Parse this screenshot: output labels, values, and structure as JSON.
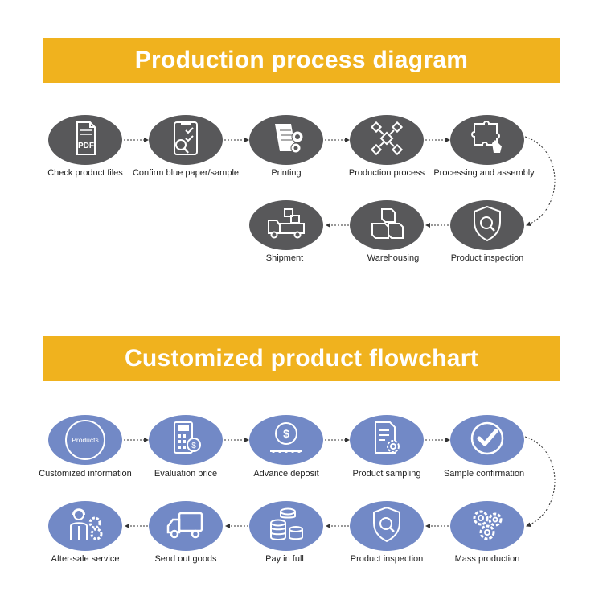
{
  "section1": {
    "title": "Production process diagram",
    "steps": [
      {
        "label": "Check product files",
        "icon": "pdf-file-icon"
      },
      {
        "label": "Confirm blue paper/sample",
        "icon": "checklist-magnifier-icon"
      },
      {
        "label": "Printing",
        "icon": "paper-roll-icon"
      },
      {
        "label": "Production process",
        "icon": "process-network-icon"
      },
      {
        "label": "Processing and assembly",
        "icon": "puzzle-hand-icon"
      },
      {
        "label": "Product inspection",
        "icon": "shield-search-icon"
      },
      {
        "label": "Warehousing",
        "icon": "boxes-icon"
      },
      {
        "label": "Shipment",
        "icon": "delivery-truck-icon"
      }
    ]
  },
  "section2": {
    "title": "Customized product flowchart",
    "steps": [
      {
        "label": "Customized information",
        "icon": "products-circle-icon",
        "inner_text": "Products"
      },
      {
        "label": "Evaluation price",
        "icon": "calculator-dollar-icon"
      },
      {
        "label": "Advance deposit",
        "icon": "dollar-coin-icon"
      },
      {
        "label": "Product sampling",
        "icon": "document-gear-icon"
      },
      {
        "label": "Sample confirmation",
        "icon": "checkmark-circle-icon"
      },
      {
        "label": "Mass production",
        "icon": "gears-icon"
      },
      {
        "label": "Product inspection",
        "icon": "shield-search-icon"
      },
      {
        "label": "Pay in full",
        "icon": "coin-stack-icon"
      },
      {
        "label": "Send out goods",
        "icon": "delivery-truck-icon"
      },
      {
        "label": "After-sale service",
        "icon": "support-agent-icon"
      }
    ]
  },
  "colors": {
    "banner": "#f0b21e",
    "gray_node": "#58585a",
    "blue_node": "#7289c6"
  }
}
